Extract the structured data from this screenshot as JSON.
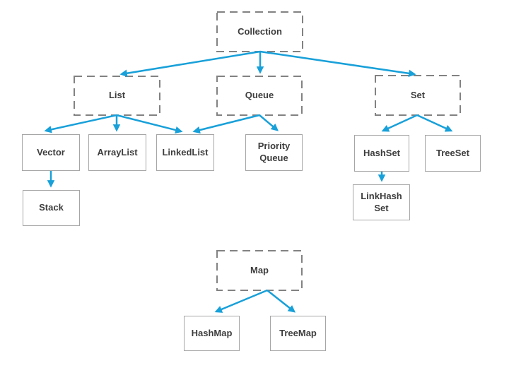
{
  "nodes": {
    "collection": {
      "label": "Collection"
    },
    "list": {
      "label": "List"
    },
    "queue": {
      "label": "Queue"
    },
    "set": {
      "label": "Set"
    },
    "map": {
      "label": "Map"
    },
    "vector": {
      "label": "Vector"
    },
    "arraylist": {
      "label": "ArrayList"
    },
    "linkedlist": {
      "label": "LinkedList"
    },
    "priority_queue": {
      "label": "Priority Queue"
    },
    "hashset": {
      "label": "HashSet"
    },
    "treeset": {
      "label": "TreeSet"
    },
    "stack": {
      "label": "Stack"
    },
    "linkhash_set": {
      "label": "LinkHash Set"
    },
    "hashmap": {
      "label": "HashMap"
    },
    "treemap": {
      "label": "TreeMap"
    }
  },
  "edges": [
    {
      "from": "collection",
      "to": "list"
    },
    {
      "from": "collection",
      "to": "queue"
    },
    {
      "from": "collection",
      "to": "set"
    },
    {
      "from": "list",
      "to": "vector"
    },
    {
      "from": "list",
      "to": "arraylist"
    },
    {
      "from": "list",
      "to": "linkedlist"
    },
    {
      "from": "queue",
      "to": "linkedlist"
    },
    {
      "from": "queue",
      "to": "priority_queue"
    },
    {
      "from": "vector",
      "to": "stack"
    },
    {
      "from": "set",
      "to": "hashset"
    },
    {
      "from": "set",
      "to": "treeset"
    },
    {
      "from": "hashset",
      "to": "linkhash_set"
    },
    {
      "from": "map",
      "to": "hashmap"
    },
    {
      "from": "map",
      "to": "treemap"
    }
  ],
  "colors": {
    "arrow": "#18a0d9",
    "dashed_border": "#828282",
    "solid_border": "#a6a6a6",
    "text": "#3d3d3d",
    "background": "#ffffff"
  }
}
